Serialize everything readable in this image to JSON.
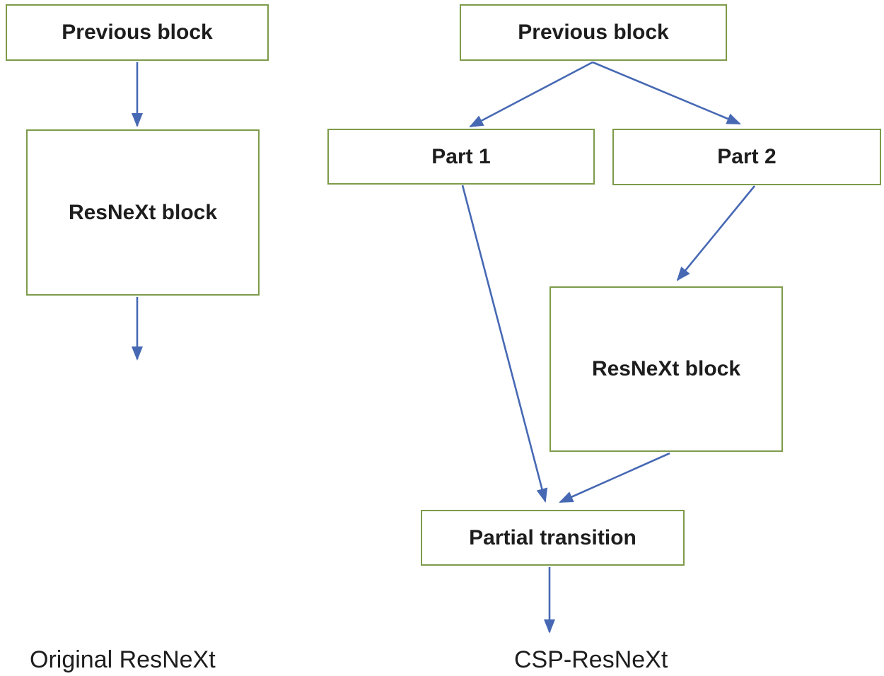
{
  "figure": {
    "left": {
      "caption": "Original ResNeXt",
      "previous_block": "Previous block",
      "resnext_block": "ResNeXt block"
    },
    "right": {
      "caption": "CSP-ResNeXt",
      "previous_block": "Previous block",
      "part1": "Part 1",
      "part2": "Part 2",
      "resnext_block": "ResNeXt block",
      "partial_transition": "Partial transition"
    }
  },
  "colors": {
    "box-border": "#7d9b4a",
    "arrow": "#4769b4",
    "text": "#1d1d1d",
    "background": "#ffffff"
  }
}
